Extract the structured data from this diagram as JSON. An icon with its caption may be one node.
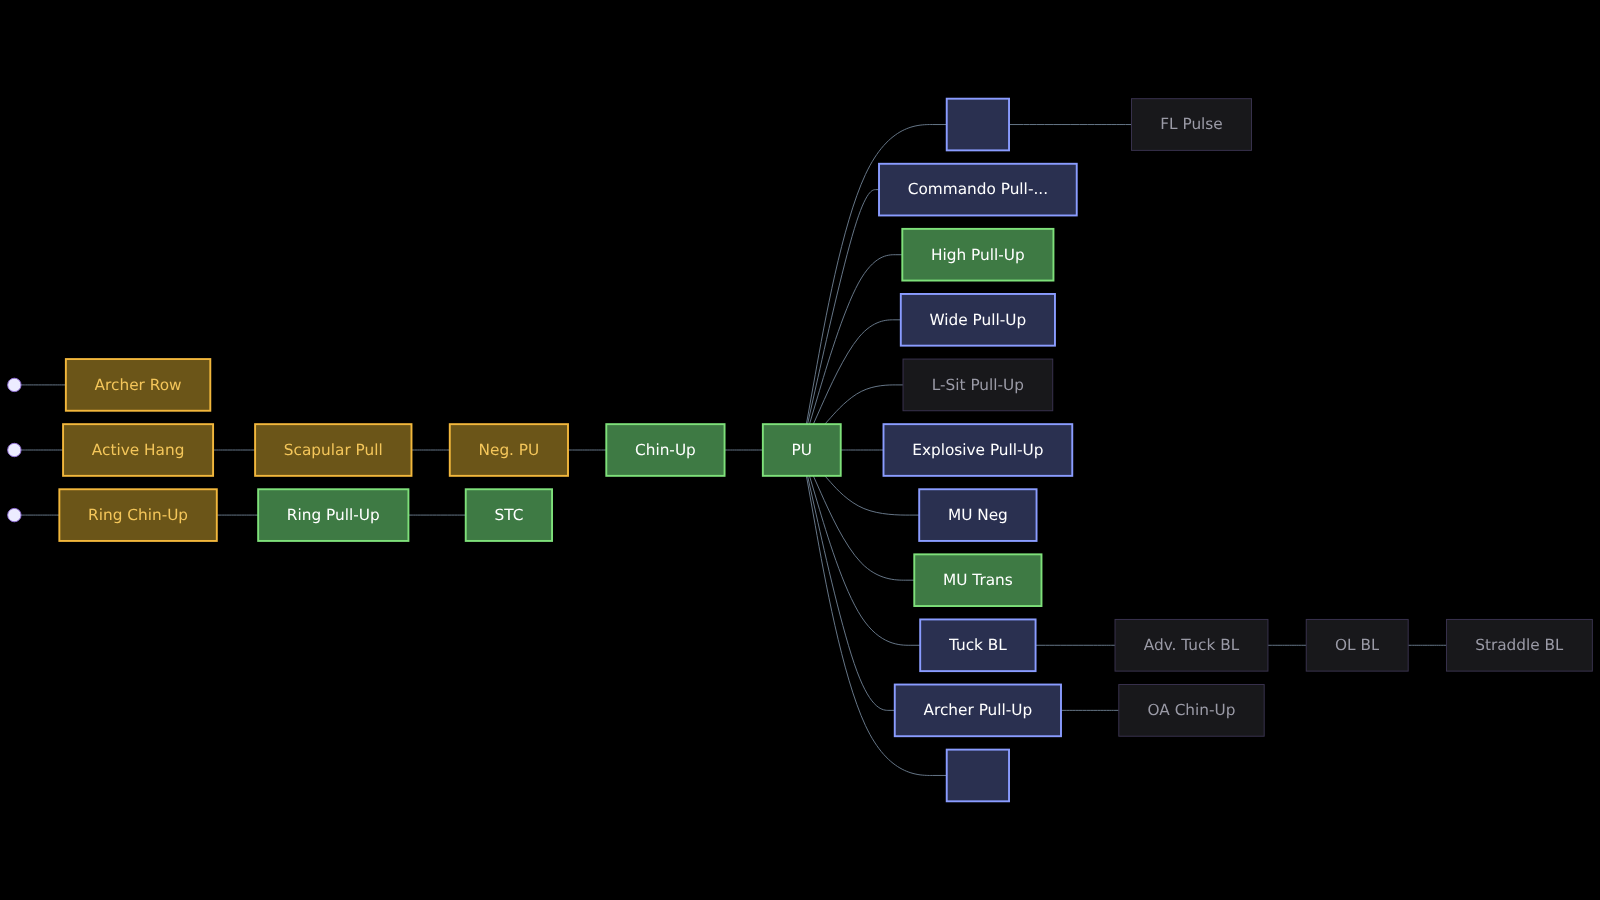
{
  "diagram": {
    "nodes": [
      {
        "text": [
          "Archer Row"
        ]
      },
      {
        "text": [
          "Active Hang"
        ]
      },
      {
        "text": [
          "Scapular Pull"
        ]
      },
      {
        "text": [
          "Neg. PU"
        ]
      },
      {
        "text": [
          "Chin-Up"
        ]
      },
      {
        "text": [
          "PU"
        ]
      },
      {
        "text": [
          "Ring Chin-Up"
        ]
      },
      {
        "text": [
          "Ring Pull-Up"
        ]
      },
      {
        "text": [
          "STC"
        ]
      },
      {
        "text": [],
        "shape": "box"
      },
      {
        "text": [
          "Commando Pull-..."
        ]
      },
      {
        "text": [
          "High Pull-Up"
        ]
      },
      {
        "text": [
          "Wide Pull-Up"
        ]
      },
      {
        "text": [
          "L-Sit Pull-Up"
        ]
      },
      {
        "text": [
          "FL Pulse"
        ]
      },
      {
        "text": [
          "Explosive Pull-Up"
        ]
      },
      {
        "text": [
          "MU Neg"
        ]
      },
      {
        "text": [
          "MU Trans"
        ]
      },
      {
        "text": [
          "Tuck BL"
        ]
      },
      {
        "text": [
          "Adv. Tuck BL"
        ]
      },
      {
        "text": [
          "OL BL"
        ]
      },
      {
        "text": [
          "Straddle BL"
        ]
      },
      {
        "text": [
          "Archer Pull-Up"
        ]
      },
      {
        "text": [
          "OA Chin-Up"
        ]
      },
      {
        "text": [],
        "shape": "box"
      }
    ],
    "edges": [
      {
        "from": null,
        "to": 0,
        "arrow": "none"
      },
      {
        "from": null,
        "to": 1,
        "arrow": "none"
      },
      {
        "from": null,
        "to": 6,
        "arrow": "none"
      },
      {
        "from": 1,
        "to": 2,
        "arrow": "none"
      },
      {
        "from": 2,
        "to": 3,
        "arrow": "none"
      },
      {
        "from": 3,
        "to": 4,
        "arrow": "none"
      },
      {
        "from": 4,
        "to": 5,
        "arrow": "none"
      },
      {
        "from": 6,
        "to": 7,
        "arrow": "none"
      },
      {
        "from": 7,
        "to": 8,
        "arrow": "none"
      },
      {
        "from": 5,
        "to": 9,
        "arrow": "none"
      },
      {
        "from": 5,
        "to": 10,
        "arrow": "none"
      },
      {
        "from": 5,
        "to": 11,
        "arrow": "none"
      },
      {
        "from": 5,
        "to": 12,
        "arrow": "none"
      },
      {
        "from": 5,
        "to": 13,
        "arrow": "none"
      },
      {
        "from": 5,
        "to": 15,
        "arrow": "none"
      },
      {
        "from": 5,
        "to": 16,
        "arrow": "none"
      },
      {
        "from": 5,
        "to": 17,
        "arrow": "none"
      },
      {
        "from": 5,
        "to": 18,
        "arrow": "none"
      },
      {
        "from": 5,
        "to": 22,
        "arrow": "none"
      },
      {
        "from": 5,
        "to": 24,
        "arrow": "none"
      },
      {
        "from": 9,
        "to": 14,
        "arrow": "none"
      },
      {
        "from": 18,
        "to": 19,
        "arrow": "none"
      },
      {
        "from": 19,
        "to": 20,
        "arrow": "none"
      },
      {
        "from": 20,
        "to": 21,
        "arrow": "none"
      },
      {
        "from": 22,
        "to": 23,
        "arrow": "none"
      }
    ]
  }
}
